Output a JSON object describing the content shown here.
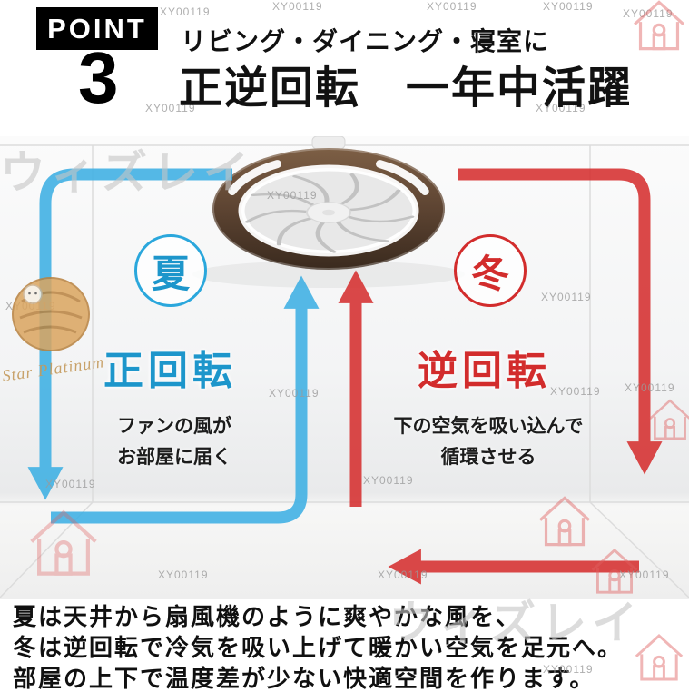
{
  "header": {
    "point_label": "POINT",
    "point_number": "3",
    "subtitle": "リビング・ダイニング・寝室に",
    "title": "正逆回転　一年中活躍"
  },
  "seasons": {
    "summer": {
      "badge": "夏",
      "mode": "正回転",
      "desc_line1": "ファンの風が",
      "desc_line2": "お部屋に届く",
      "color": "#1d96cb"
    },
    "winter": {
      "badge": "冬",
      "mode": "逆回転",
      "desc_line1": "下の空気を吸い込んで",
      "desc_line2": "循環させる",
      "color": "#d22c2c"
    }
  },
  "footer": {
    "lines": [
      "夏は天井から扇風機のように爽やかな風を、",
      "冬は逆回転で冷気を吸い上げて暖かい空気を足元へ。",
      "部屋の上下で温度差が少ない快適空間を作ります。"
    ]
  },
  "watermarks": {
    "code": "XY00119",
    "brand": "ウィズレイ",
    "shop": "Star Platinum"
  },
  "colors": {
    "summer_blue": "#2aa7dc",
    "winter_red": "#d22c2c",
    "arrow_blue": "#3eb0e4",
    "arrow_red": "#d63030",
    "point_box_black": "#000000"
  }
}
